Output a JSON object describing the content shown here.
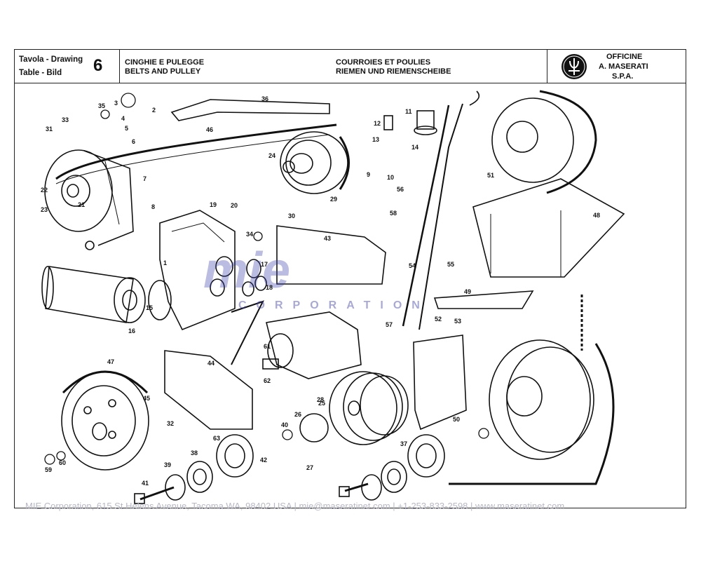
{
  "header": {
    "table_label_1": "Tavola - Drawing",
    "table_label_2": "Table - Bild",
    "table_number": "6",
    "title_it": "CINGHIE E PULEGGE",
    "title_en": "BELTS AND PULLEY",
    "title_fr": "COURROIES ET POULIES",
    "title_de": "RIEMEN UND RIEMENSCHEIBE",
    "company_1": "OFFICINE",
    "company_2": "A. MASERATI",
    "company_3": "S.P.A."
  },
  "watermark": {
    "text": "CORPORATION",
    "color": "#3b3fa8"
  },
  "footer": "MIE Corporation, 615 St Helens Avenue, Tacoma WA, 98402 USA  |  mie@maseratinet.com  |  +1-253-833-2598  |  www.maseratinet.com",
  "parts": [
    {
      "n": "1"
    },
    {
      "n": "2"
    },
    {
      "n": "3"
    },
    {
      "n": "4"
    },
    {
      "n": "5"
    },
    {
      "n": "6"
    },
    {
      "n": "7"
    },
    {
      "n": "8"
    },
    {
      "n": "9"
    },
    {
      "n": "10"
    },
    {
      "n": "11"
    },
    {
      "n": "12"
    },
    {
      "n": "13"
    },
    {
      "n": "14"
    },
    {
      "n": "15"
    },
    {
      "n": "16"
    },
    {
      "n": "17"
    },
    {
      "n": "18"
    },
    {
      "n": "19"
    },
    {
      "n": "20"
    },
    {
      "n": "21"
    },
    {
      "n": "22"
    },
    {
      "n": "23"
    },
    {
      "n": "24"
    },
    {
      "n": "25"
    },
    {
      "n": "26"
    },
    {
      "n": "27"
    },
    {
      "n": "28"
    },
    {
      "n": "29"
    },
    {
      "n": "30"
    },
    {
      "n": "31"
    },
    {
      "n": "32"
    },
    {
      "n": "33"
    },
    {
      "n": "34"
    },
    {
      "n": "35"
    },
    {
      "n": "36"
    },
    {
      "n": "37"
    },
    {
      "n": "38"
    },
    {
      "n": "39"
    },
    {
      "n": "40"
    },
    {
      "n": "41"
    },
    {
      "n": "42"
    },
    {
      "n": "43"
    },
    {
      "n": "44"
    },
    {
      "n": "45"
    },
    {
      "n": "46"
    },
    {
      "n": "47"
    },
    {
      "n": "48"
    },
    {
      "n": "49"
    },
    {
      "n": "50"
    },
    {
      "n": "51"
    },
    {
      "n": "52"
    },
    {
      "n": "53"
    },
    {
      "n": "54"
    },
    {
      "n": "55"
    },
    {
      "n": "56"
    },
    {
      "n": "57"
    },
    {
      "n": "58"
    },
    {
      "n": "59"
    },
    {
      "n": "60"
    },
    {
      "n": "61"
    },
    {
      "n": "62"
    },
    {
      "n": "63"
    }
  ]
}
